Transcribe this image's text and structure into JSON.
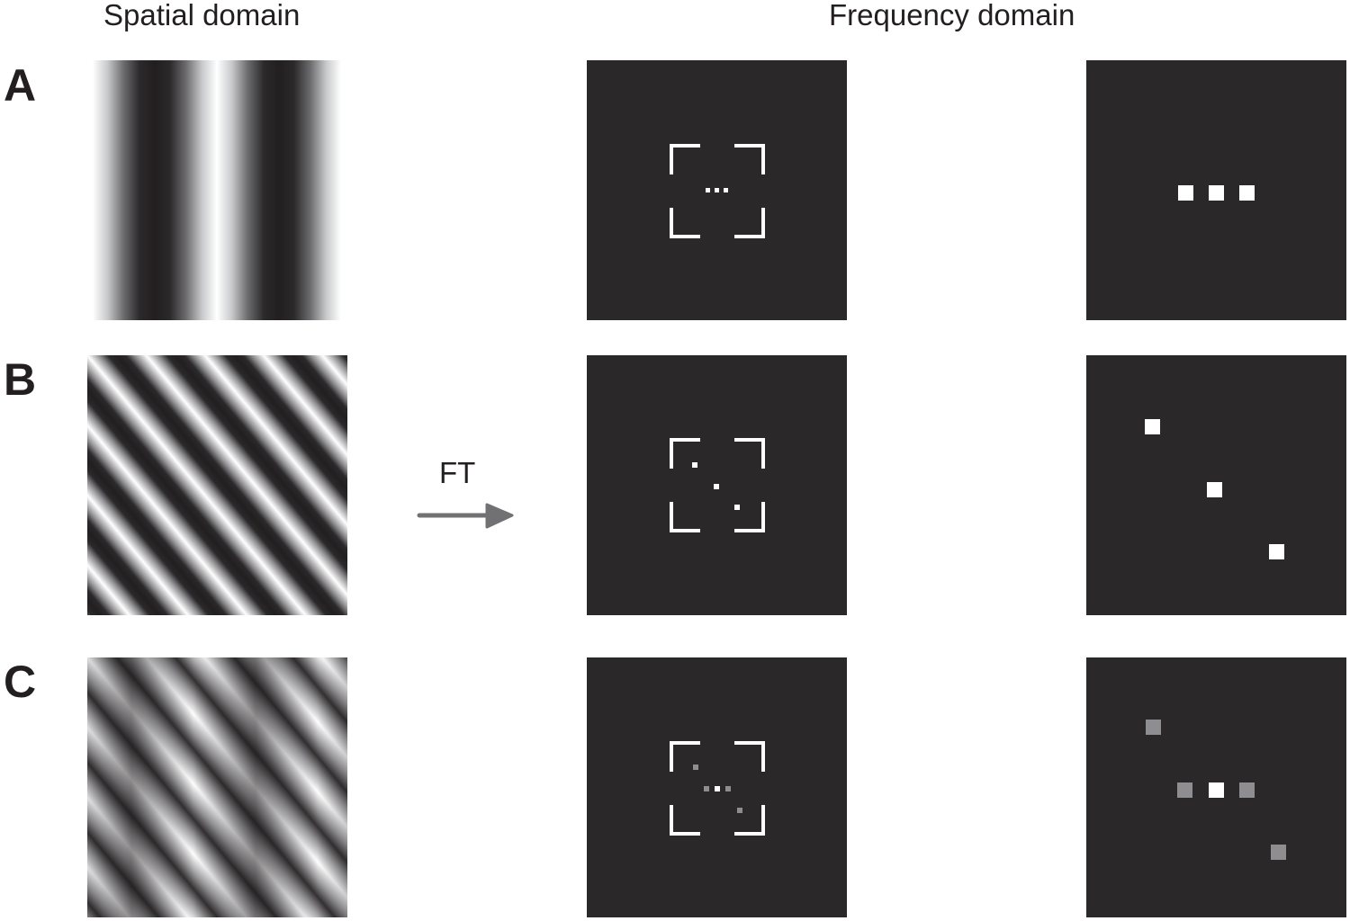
{
  "headers": {
    "spatial": "Spatial domain",
    "frequency": "Frequency domain"
  },
  "rows": [
    {
      "label": "A",
      "pattern": "vertical sinusoidal grating"
    },
    {
      "label": "B",
      "pattern": "oblique sinusoidal grating"
    },
    {
      "label": "C",
      "pattern": "sum of vertical and oblique gratings"
    }
  ],
  "transform": {
    "label": "FT",
    "icon": "arrow-right-icon",
    "color": "#717073"
  },
  "colors": {
    "panel_bg": "#2a2829",
    "peak_full": "#ffffff",
    "peak_half": "#8e8d8f",
    "grating_dark": "#231f20",
    "grating_light": "#ffffff"
  },
  "frequency_components": {
    "A": [
      {
        "fx": -1,
        "fy": 0,
        "intensity": 1.0
      },
      {
        "fx": 0,
        "fy": 0,
        "intensity": 1.0
      },
      {
        "fx": 1,
        "fy": 0,
        "intensity": 1.0
      }
    ],
    "B": [
      {
        "fx": -1,
        "fy": 1,
        "intensity": 1.0
      },
      {
        "fx": 0,
        "fy": 0,
        "intensity": 1.0
      },
      {
        "fx": 1,
        "fy": -1,
        "intensity": 1.0
      }
    ],
    "C": [
      {
        "fx": -1,
        "fy": 1,
        "intensity": 0.5
      },
      {
        "fx": -1,
        "fy": 0,
        "intensity": 0.5
      },
      {
        "fx": 0,
        "fy": 0,
        "intensity": 1.0
      },
      {
        "fx": 1,
        "fy": 0,
        "intensity": 0.5
      },
      {
        "fx": 1,
        "fy": -1,
        "intensity": 0.5
      }
    ]
  },
  "zoom_indicator": "corner brackets mark the region magnified in the right-hand column"
}
